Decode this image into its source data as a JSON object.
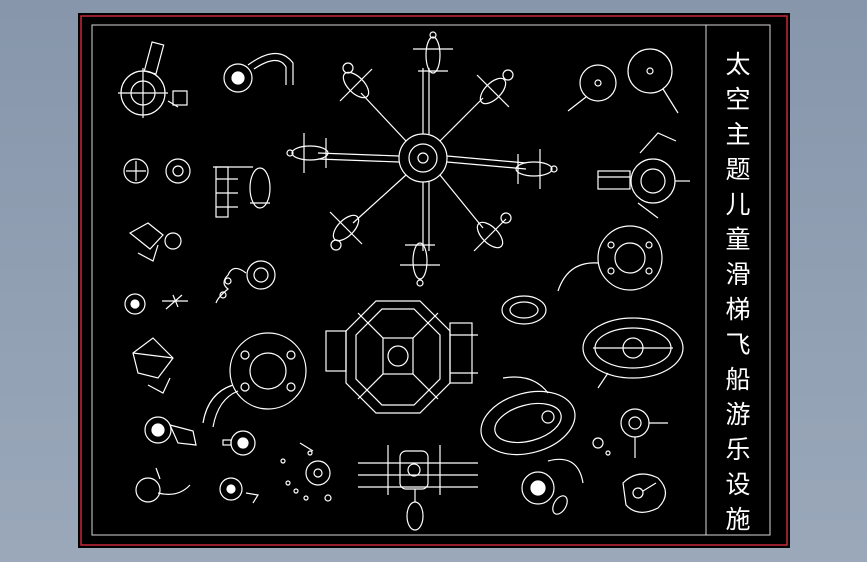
{
  "title_chars": [
    "太",
    "空",
    "主",
    "题",
    "儿",
    "童",
    "滑",
    "梯",
    "飞",
    "船",
    "游",
    "乐",
    "设",
    "施"
  ],
  "colors": {
    "background": "#8a99ad",
    "sheet": "#000000",
    "frame_outer": "#c8283a",
    "frame_inner": "#d0d0d0",
    "line": "#ffffff"
  }
}
